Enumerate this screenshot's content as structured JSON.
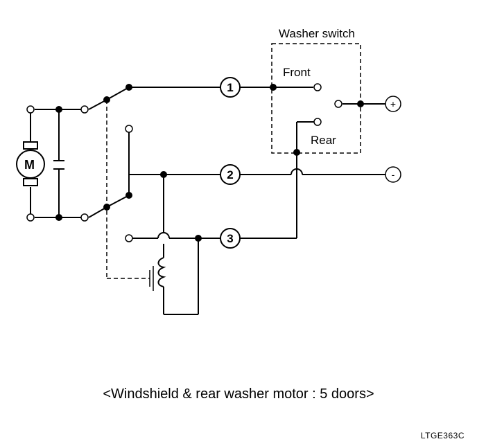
{
  "diagram": {
    "switch_label": "Washer switch",
    "front_label": "Front",
    "rear_label": "Rear",
    "motor_label": "M",
    "connectors": [
      "1",
      "2",
      "3"
    ],
    "battery_plus": "+",
    "battery_minus": "-"
  },
  "caption": "<Windshield & rear washer motor : 5 doors>",
  "figure_code": "LTGE363C"
}
